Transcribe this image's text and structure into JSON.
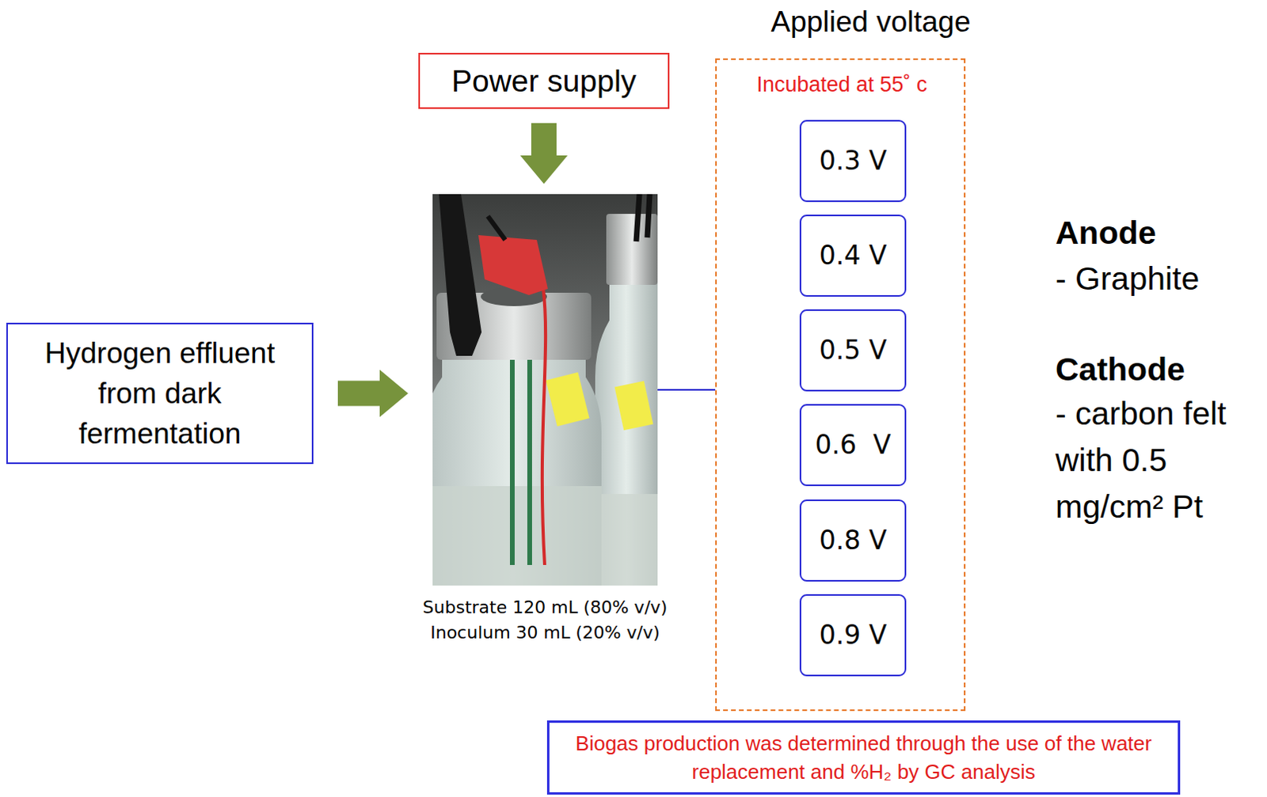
{
  "diagram": {
    "nodes": [
      {
        "text": [
          "Power supply"
        ]
      },
      {
        "text": [
          "Hydrogen effluent from dark fermentation"
        ]
      },
      {
        "text": [
          "Substrate 120 mL (80% v/v)",
          "Inoculum 30 mL (20% v/v)"
        ]
      },
      {
        "text": [
          "Applied voltage",
          "Incubated at 55˚ c"
        ]
      },
      {
        "text": [
          "0.3 V"
        ],
        "in": 3
      },
      {
        "text": [
          "0.4 V"
        ],
        "in": 3
      },
      {
        "text": [
          "0.5 V"
        ],
        "in": 3
      },
      {
        "text": [
          "0.6  V"
        ],
        "in": 3
      },
      {
        "text": [
          "0.8 V"
        ],
        "in": 3
      },
      {
        "text": [
          "0.9 V"
        ],
        "in": 3
      },
      {
        "text": [
          "Biogas production was determined through the use of the water replacement and %H₂ by GC analysis"
        ]
      }
    ],
    "edges": [
      {
        "from": 1,
        "to": 2,
        "arrow": "to"
      },
      {
        "from": 0,
        "to": 2,
        "arrow": "to"
      },
      {
        "from": 2,
        "to": 4,
        "arrow": "none"
      },
      {
        "from": 2,
        "to": 5,
        "arrow": "none"
      },
      {
        "from": 2,
        "to": 6,
        "arrow": "none"
      },
      {
        "from": 2,
        "to": 7,
        "arrow": "none"
      },
      {
        "from": 2,
        "to": 8,
        "arrow": "none"
      },
      {
        "from": 2,
        "to": 9,
        "arrow": "none"
      }
    ],
    "labels": [
      "Anode",
      "- Graphite",
      "Cathode",
      "- carbon felt with 0.5 mg/cm² Pt"
    ]
  }
}
